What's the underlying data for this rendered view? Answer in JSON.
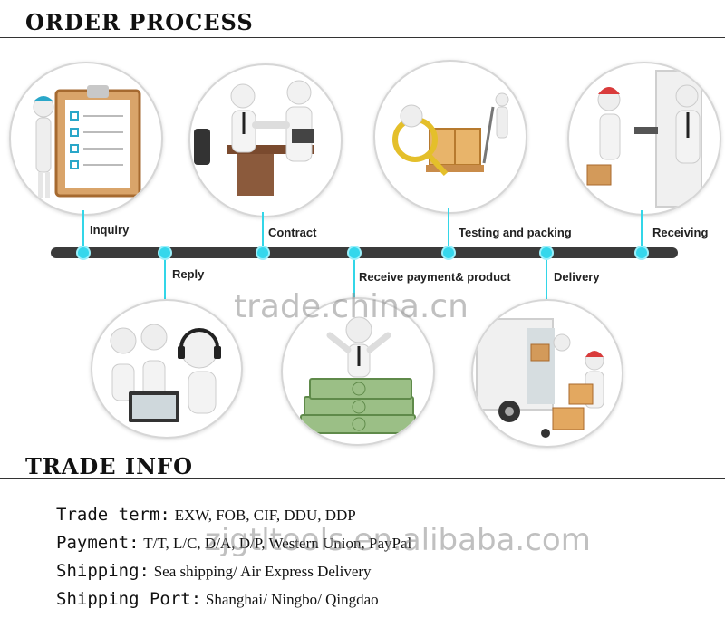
{
  "order_process": {
    "title": "ORDER PROCESS",
    "steps": [
      {
        "label": "Inquiry",
        "icon": "clipboard-checklist-icon"
      },
      {
        "label": "Reply",
        "icon": "call-center-headset-icon"
      },
      {
        "label": "Contract",
        "icon": "handshake-icon"
      },
      {
        "label": "Receive payment& product",
        "icon": "money-stack-icon"
      },
      {
        "label": "Testing and packing",
        "icon": "magnifier-pallet-icon"
      },
      {
        "label": "Delivery",
        "icon": "delivery-truck-icon"
      },
      {
        "label": "Receiving",
        "icon": "door-package-icon"
      }
    ]
  },
  "watermarks": {
    "top": "trade.china.cn",
    "bottom": "zjgtltools.en.alibaba.com"
  },
  "trade_info": {
    "title": "TRADE INFO",
    "rows": [
      {
        "key": "Trade term:",
        "value": "EXW, FOB, CIF, DDU, DDP"
      },
      {
        "key": "Payment:",
        "value": "T/T, L/C, D/A, D/P, Western Union, PayPal"
      },
      {
        "key": "Shipping:",
        "value": "Sea shipping/ Air Express Delivery"
      },
      {
        "key": "Shipping Port:",
        "value": "Shanghai/ Ningbo/ Qingdao"
      }
    ]
  },
  "colors": {
    "accent": "#35d7ec",
    "bar": "#3b3b3b"
  }
}
